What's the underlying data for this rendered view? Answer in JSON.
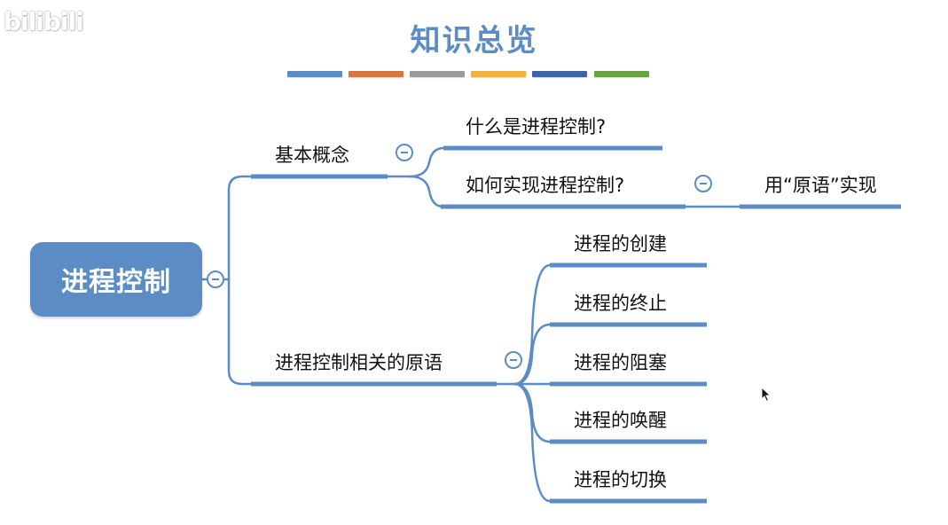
{
  "watermark": "bilibili",
  "title": "知识总览",
  "title_bar_colors": [
    "#5b8cc4",
    "#d7763e",
    "#9b9b9b",
    "#f0b23a",
    "#3e63a8",
    "#6aa341"
  ],
  "accent_color": "#5b8cc4",
  "root": {
    "label": "进程控制"
  },
  "branches": [
    {
      "label": "基本概念",
      "children": [
        {
          "label": "什么是进程控制?"
        },
        {
          "label": "如何实现进程控制?",
          "children": [
            {
              "label": "用“原语”实现"
            }
          ]
        }
      ]
    },
    {
      "label": "进程控制相关的原语",
      "children": [
        {
          "label": "进程的创建"
        },
        {
          "label": "进程的终止"
        },
        {
          "label": "进程的阻塞"
        },
        {
          "label": "进程的唤醒"
        },
        {
          "label": "进程的切换"
        }
      ]
    }
  ]
}
